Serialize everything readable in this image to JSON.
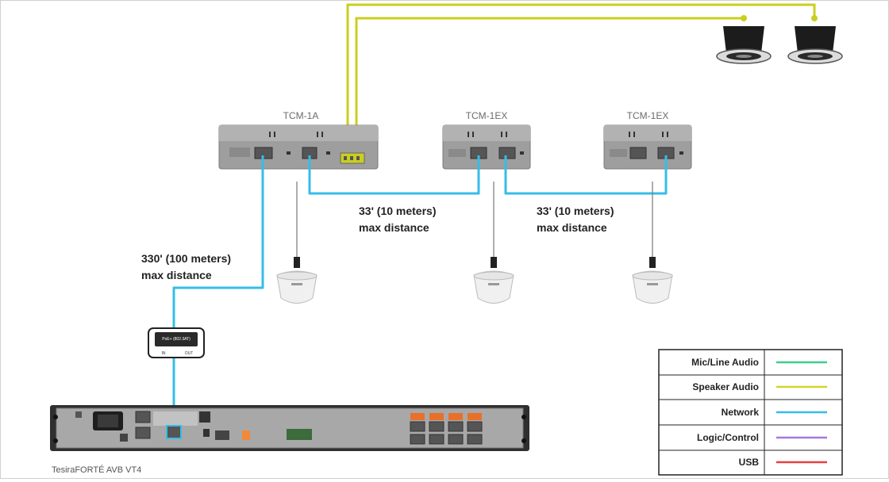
{
  "devices": {
    "tcm1a": "TCM-1A",
    "tcm1ex_a": "TCM-1EX",
    "tcm1ex_b": "TCM-1EX",
    "main_unit": "TesiraFORTÉ AVB VT4",
    "poe_injector": [
      "PoE+ (802.3AT)",
      "IN",
      "OUT"
    ]
  },
  "distances": {
    "long": [
      "330' (100 meters)",
      "max distance"
    ],
    "mid1": [
      "33' (10 meters)",
      "max distance"
    ],
    "mid2": [
      "33' (10 meters)",
      "max distance"
    ]
  },
  "legend": [
    {
      "label": "Mic/Line Audio",
      "color": "#3ccf8e"
    },
    {
      "label": "Speaker Audio",
      "color": "#d4d42a"
    },
    {
      "label": "Network",
      "color": "#35bde8"
    },
    {
      "label": "Logic/Control",
      "color": "#a678e0"
    },
    {
      "label": "USB",
      "color": "#e84040"
    }
  ],
  "colors": {
    "network": "#35bde8",
    "speaker": "#c9cf1f",
    "device_gray": "#9a9a9a"
  }
}
